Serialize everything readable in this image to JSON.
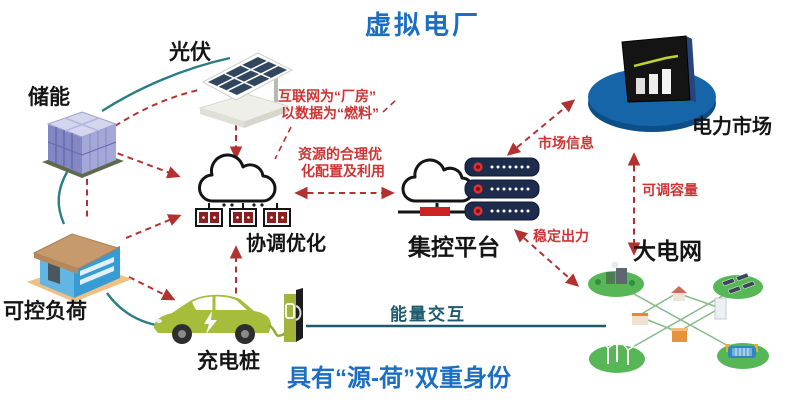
{
  "title": "虚拟电厂",
  "subtitle": "具有“源-荷”双重身份",
  "nodes": {
    "storage": {
      "label": "储能"
    },
    "pv": {
      "label": "光伏"
    },
    "load": {
      "label": "可控负荷"
    },
    "charger": {
      "label": "充电桩"
    },
    "coordination": {
      "label": "协调优化"
    },
    "platform": {
      "label": "集控平台"
    },
    "market": {
      "label": "电力市场"
    },
    "grid": {
      "label": "大电网"
    }
  },
  "annotations": {
    "internet_line1": "互联网为“厂房”",
    "internet_line2": "以数据为“燃料”",
    "resource_line1": "资源的合理优",
    "resource_line2": "化配置及利用",
    "market_info": "市场信息",
    "adjustable_capacity": "可调容量",
    "stable_output": "稳定出力",
    "energy_exchange": "能量交互"
  },
  "colors": {
    "title_blue": "#1b6ec2",
    "arrow_red": "#b23232",
    "note_red": "#cf3434",
    "link_teal": "#2a7d85",
    "energy_line_teal": "#1d5a6e",
    "market_disc_blue": "#1565a8",
    "grid_green": "#57b757"
  }
}
